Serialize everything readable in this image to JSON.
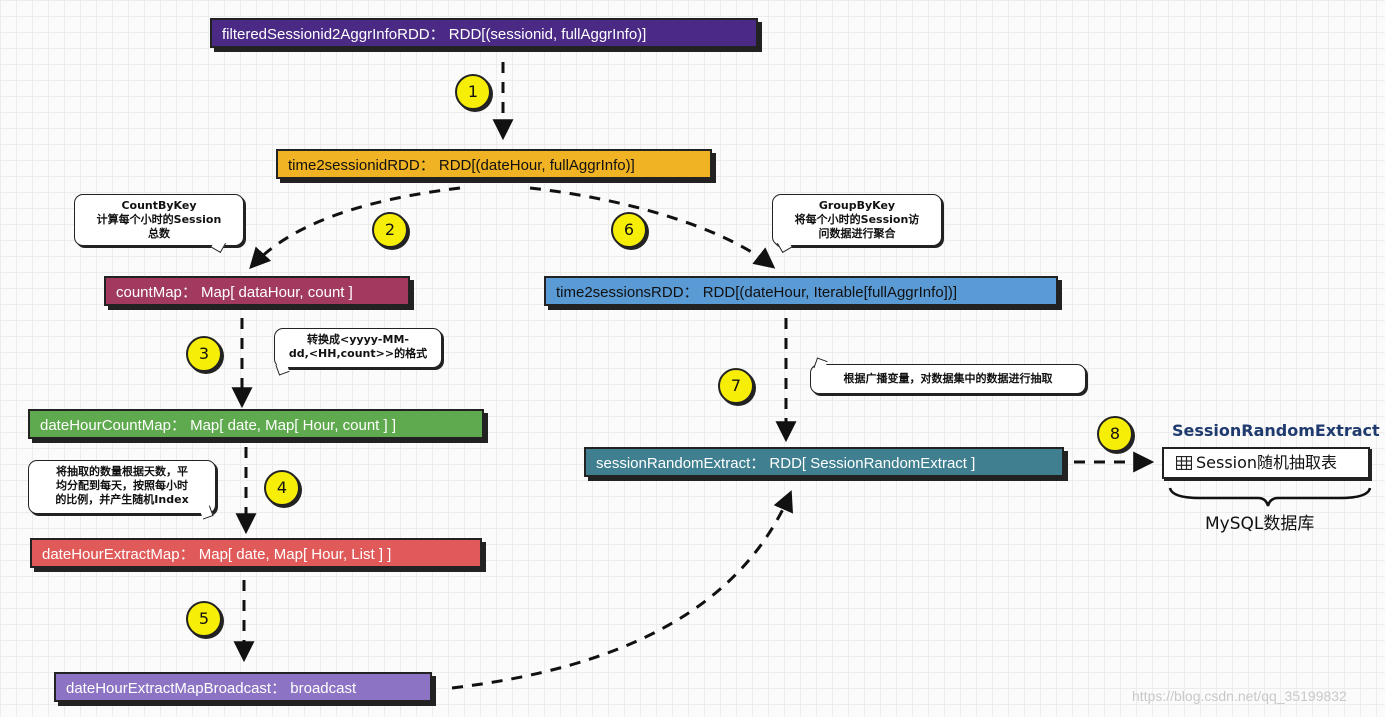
{
  "colors": {
    "purple_dark": "#4b2a86",
    "orange": "#f0b323",
    "maroon": "#a23a5f",
    "blue": "#5b9bd5",
    "green": "#5fa94e",
    "red": "#e15a5a",
    "teal": "#3f7f8f",
    "lavender": "#8d73c4",
    "badge": "#f7ee07"
  },
  "nodes": {
    "filtered": "filteredSessionid2AggrInfoRDD： RDD[(sessionid, fullAggrInfo)]",
    "time2sessionid": "time2sessionidRDD： RDD[(dateHour, fullAggrInfo)]",
    "countMap": "countMap： Map[ dataHour, count ]",
    "time2sessions": "time2sessionsRDD： RDD[(dateHour, Iterable[fullAggrInfo])]",
    "dateHourCountMap": "dateHourCountMap： Map[ date, Map[ Hour, count ] ]",
    "dateHourExtractMap": "dateHourExtractMap： Map[ date, Map[ Hour, List ] ]",
    "broadcast": "dateHourExtractMapBroadcast： broadcast",
    "sessionRandomExtract": "sessionRandomExtract： RDD[ SessionRandomExtract ]"
  },
  "badges": [
    "1",
    "2",
    "3",
    "4",
    "5",
    "6",
    "7",
    "8"
  ],
  "notes": {
    "countByKey": {
      "line1": "CountByKey",
      "line2": "计算每个小时的Session",
      "line3": "总数"
    },
    "convert": {
      "line1": "转换成<yyyy-MM-",
      "line2": "dd,<HH,count>>的格式"
    },
    "extract": {
      "line1": "将抽取的数量根据天数，平",
      "line2": "均分配到每天，按照每小时",
      "line3": "的比例，并产生随机Index"
    },
    "groupByKey": {
      "line1": "GroupByKey",
      "line2": "将每个小时的Session访",
      "line3": "问数据进行聚合"
    },
    "broadcastNote": {
      "line1": "根据广播变量，对数据集中的数据进行抽取"
    }
  },
  "table": {
    "title": "SessionRandomExtract",
    "name": "Session随机抽取表",
    "db": "MySQL数据库"
  },
  "watermark": "https://blog.csdn.net/qq_35199832"
}
